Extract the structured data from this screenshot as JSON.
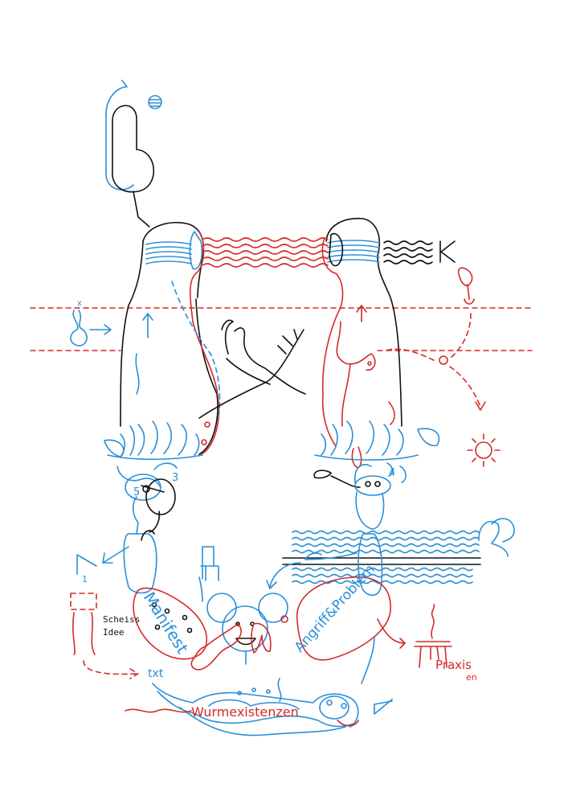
{
  "labels": {
    "manifest": "Manifest",
    "angriff_problem": "Angriff&Problem",
    "praxis": "Praxis",
    "praxis_suffix": "en",
    "txt": "txt",
    "wurmexistenzen": "Wurmexistenzen",
    "scheiss": "Scheiss",
    "idee": "Idee",
    "num_3": "3",
    "num_5": "5",
    "num_4": "4",
    "num_1": "1",
    "mark_x": "x"
  },
  "colors": {
    "blue": "#2a8fd6",
    "red": "#d42a2a",
    "black": "#111111"
  },
  "icons": [
    "pill-figure-icon",
    "brush-icon",
    "sun-icon",
    "table-icon",
    "chair-icon",
    "mouse-head-icon",
    "corner-mark-icon",
    "paired-heads-icon"
  ]
}
